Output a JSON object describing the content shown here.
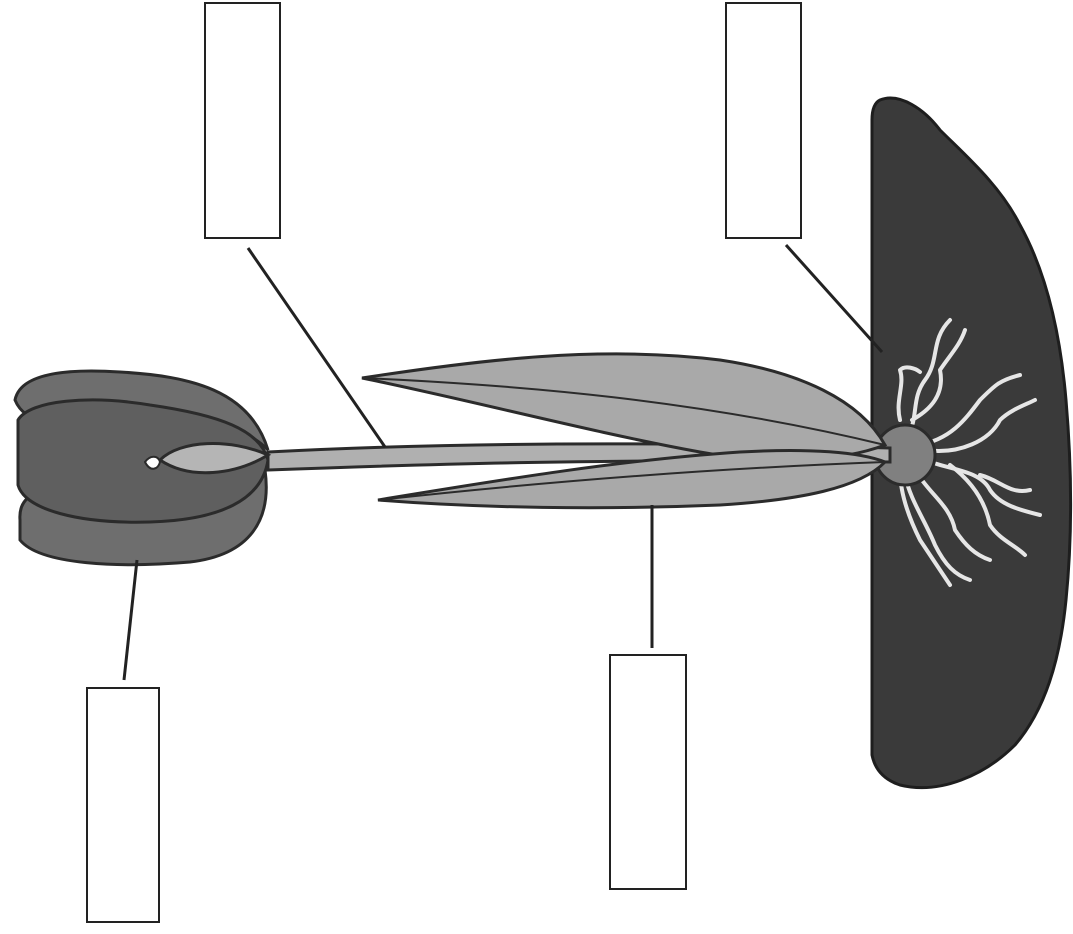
{
  "diagram": {
    "subject": "plant-parts-worksheet",
    "orientation": "rotated-90-degrees",
    "colors": {
      "background": "#ffffff",
      "outline": "#2b2b2b",
      "petal_fill": "#6e6e6e",
      "petal_inner_fill": "#5f5f5f",
      "bud_fill": "#b5b5b5",
      "leaf_fill": "#a9a9a9",
      "stem_fill": "#b0b0b0",
      "soil_fill": "#3a3a3a",
      "root_color": "#e6e6e6",
      "bulb_fill": "#808080",
      "label_box_fill": "#ffffff"
    },
    "labels": [
      {
        "id": "label-box-stem",
        "points_to": "stem",
        "text": ""
      },
      {
        "id": "label-box-roots",
        "points_to": "roots",
        "text": ""
      },
      {
        "id": "label-box-flower",
        "points_to": "flower",
        "text": ""
      },
      {
        "id": "label-box-leaves",
        "points_to": "leaves",
        "text": ""
      }
    ]
  }
}
